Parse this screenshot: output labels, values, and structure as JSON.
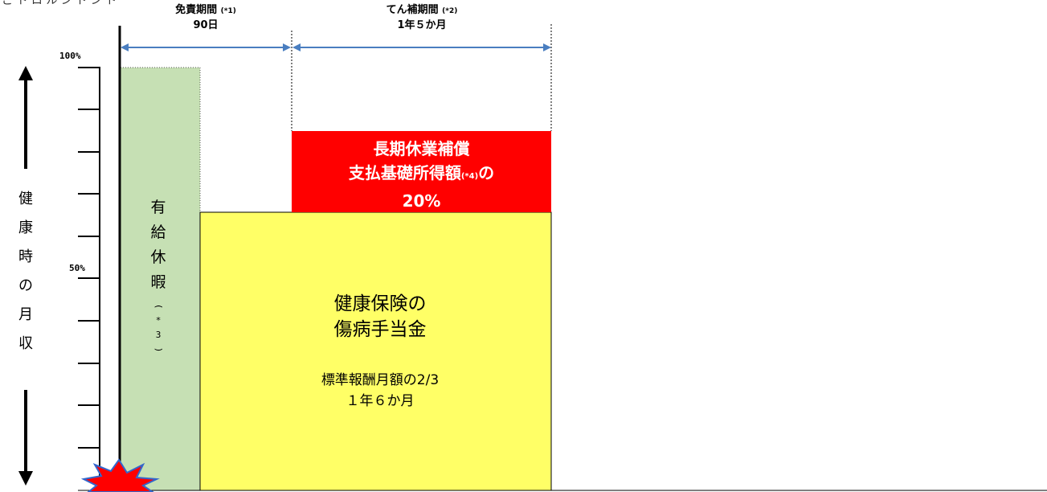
{
  "top_caption": "こ ト ロ ル ン ト ン ト",
  "headers": {
    "exempt": {
      "title": "免責期間",
      "note": "(*1)",
      "duration": "90日"
    },
    "supplement": {
      "title": "てん補期間",
      "note": "(*2)",
      "duration": "1年５か月"
    }
  },
  "axis": {
    "label_chars": [
      "健",
      "康",
      "時",
      "の",
      "月",
      "収"
    ],
    "pct_100": "100%",
    "pct_50": "50%"
  },
  "blocks": {
    "paid_leave": {
      "chars": [
        "有",
        "給",
        "休",
        "暇"
      ],
      "note_chars": [
        "(",
        "*",
        "3",
        ")"
      ]
    },
    "long_term": {
      "line1": "長期休業補償",
      "line2_main": "支払基礎所得額",
      "line2_note": "(*4)",
      "line2_suffix": "の",
      "line3": "20%"
    },
    "health": {
      "line1": "健康保険の",
      "line2": "傷病手当金",
      "line3": "標準報酬月額の2/3",
      "line4": "１年６か月"
    }
  },
  "colors": {
    "paid_leave": "#c6e0b4",
    "red": "#ff0000",
    "yellow": "#ffff66",
    "arrow_blue": "#4a7ec0",
    "starburst": "#ff0000"
  }
}
